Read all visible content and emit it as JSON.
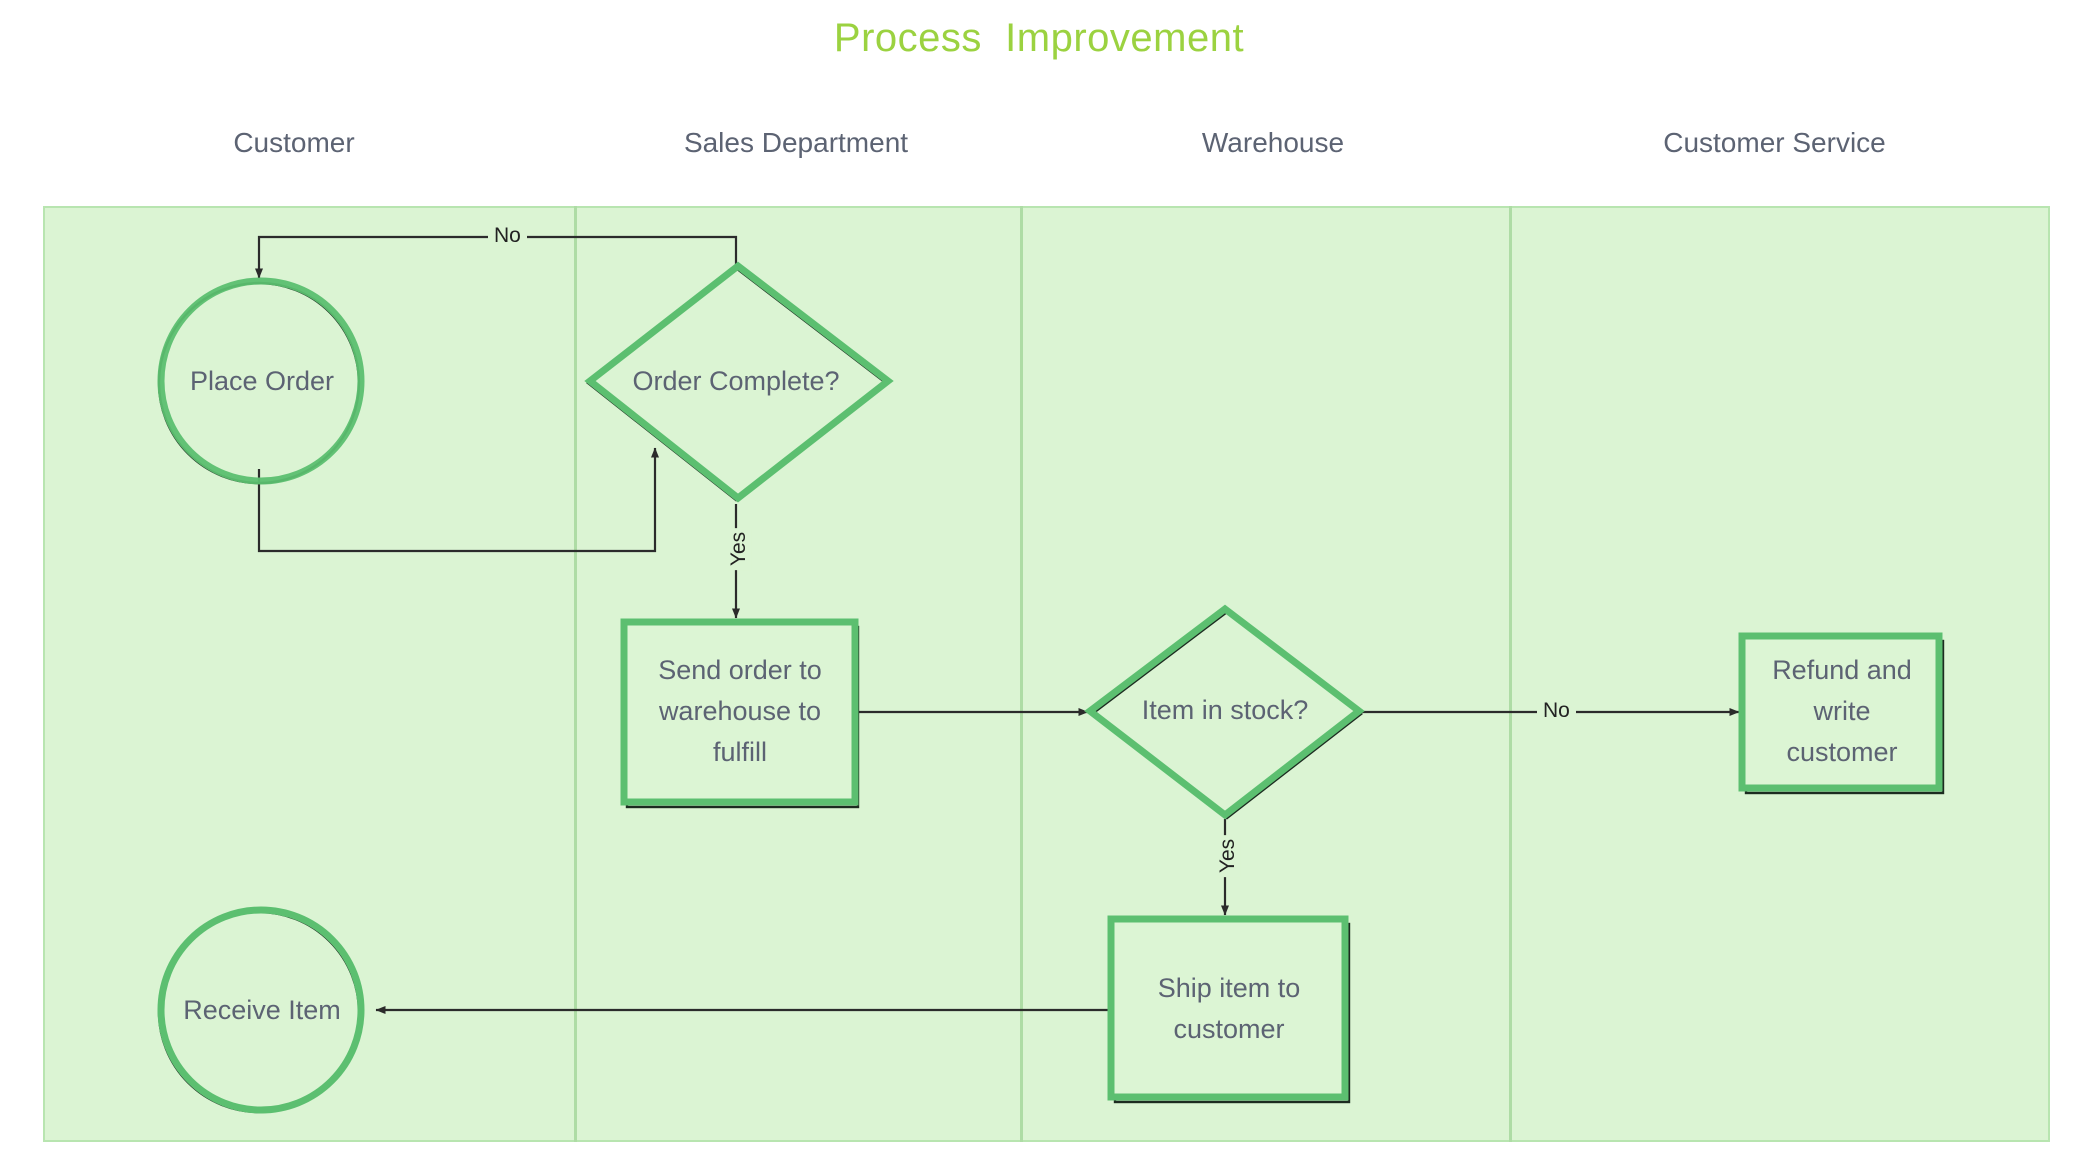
{
  "diagram": {
    "title": "Process  Improvement",
    "title_color": "#9BD240",
    "theme": {
      "lane_background": "#DBF4D3",
      "lane_border": "#B8E5B0",
      "lane_divider": "#AEDCA5",
      "node_stroke_green": "#5CBF70",
      "node_stroke_dark": "#1C2B20",
      "node_fill": "#DCF5D4",
      "node_text": "#5C6373",
      "connector": "#2B2B2B",
      "header_text": "#5C6373"
    },
    "lanes": [
      {
        "id": "customer",
        "label": "Customer"
      },
      {
        "id": "sales-department",
        "label": "Sales Department"
      },
      {
        "id": "warehouse",
        "label": "Warehouse"
      },
      {
        "id": "customer-service",
        "label": "Customer Service"
      }
    ],
    "nodes": [
      {
        "id": "place-order",
        "shape": "circle",
        "label": "Place Order",
        "lane": "customer"
      },
      {
        "id": "order-complete",
        "shape": "diamond",
        "label": "Order Complete?",
        "lane": "sales-department"
      },
      {
        "id": "send-order",
        "shape": "rectangle",
        "label": "Send order to\nwarehouse to\nfulfill",
        "lane": "sales-department"
      },
      {
        "id": "item-in-stock",
        "shape": "diamond",
        "label": "Item in stock?",
        "lane": "warehouse"
      },
      {
        "id": "refund-and-write",
        "shape": "rectangle",
        "label": "Refund and\nwrite\ncustomer",
        "lane": "customer-service"
      },
      {
        "id": "ship-item",
        "shape": "rectangle",
        "label": "Ship item to\ncustomer",
        "lane": "warehouse"
      },
      {
        "id": "receive-item",
        "shape": "circle",
        "label": "Receive Item",
        "lane": "customer"
      }
    ],
    "edges": [
      {
        "id": "e-order-complete-no",
        "from": "order-complete",
        "to": "place-order",
        "label": "No",
        "orientation": "horizontal"
      },
      {
        "id": "e-place-order-loop",
        "from": "place-order",
        "to": "order-complete",
        "label": "",
        "orientation": "horizontal"
      },
      {
        "id": "e-order-complete-yes",
        "from": "order-complete",
        "to": "send-order",
        "label": "Yes",
        "orientation": "vertical"
      },
      {
        "id": "e-send-order-stock",
        "from": "send-order",
        "to": "item-in-stock",
        "label": "",
        "orientation": "horizontal"
      },
      {
        "id": "e-stock-no",
        "from": "item-in-stock",
        "to": "refund-and-write",
        "label": "No",
        "orientation": "horizontal"
      },
      {
        "id": "e-stock-yes",
        "from": "item-in-stock",
        "to": "ship-item",
        "label": "Yes",
        "orientation": "vertical"
      },
      {
        "id": "e-ship-receive",
        "from": "ship-item",
        "to": "receive-item",
        "label": "",
        "orientation": "horizontal"
      }
    ]
  }
}
